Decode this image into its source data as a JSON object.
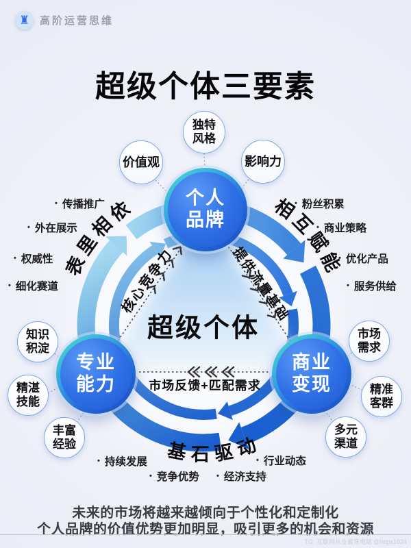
{
  "header": {
    "logo_text": "高阶运营思维"
  },
  "icons": {
    "logo_rook": "♜"
  },
  "title": "超级个体三要素",
  "center_label": "超级个体",
  "nodes": {
    "top": "个人\n品牌",
    "left": "专业\n能力",
    "right": "商业\n变现"
  },
  "arc_labels": {
    "top_left": "表里相依",
    "top_right": "相互赋能",
    "bottom": "基石驱动"
  },
  "edge_labels": {
    "left": "核心竞争力",
    "right": "提供流量基础",
    "bottom": "市场反馈+匹配需求"
  },
  "bubbles": {
    "top": [
      "价值观",
      "独特\n风格",
      "影响力"
    ],
    "left": [
      "知识\n积淀",
      "精湛\n技能",
      "丰富\n经验"
    ],
    "right": [
      "市场\n需求",
      "精准\n客群",
      "多元\n渠道"
    ]
  },
  "side_labels": {
    "left": [
      "传播推广",
      "外在展示",
      "权威性",
      "细化赛道"
    ],
    "right": [
      "粉丝积累",
      "商业策略",
      "优化产品",
      "服务供给"
    ],
    "bottom": [
      "持续发展",
      "竞争优势",
      "经济支持",
      "行业动态"
    ]
  },
  "bullet": "•",
  "footer": {
    "line1": "未来的市场将越来越倾向于个性化和定制化",
    "line2": "个人品牌的价值优势更加明显，吸引更多的机会和资源",
    "watermark": "TG: 互联网从业者充电站 @https1024"
  }
}
